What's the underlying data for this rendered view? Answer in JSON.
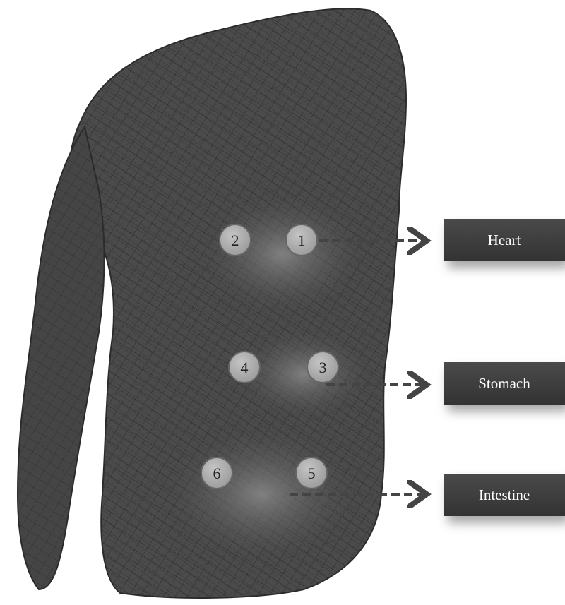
{
  "figure": {
    "markers": [
      "1",
      "2",
      "3",
      "4",
      "5",
      "6"
    ],
    "labels": {
      "heart": "Heart",
      "stomach": "Stomach",
      "intestine": "Intestine"
    },
    "colors": {
      "mesh_fill": "#4a4a4a",
      "mesh_line": "#2a2a2a",
      "organ_highlight": "#7a7a7a",
      "marker_fill": "#a6a6a6",
      "marker_stroke": "#666666",
      "label_bg": "#3c3c3c",
      "arrow": "#444444"
    }
  }
}
